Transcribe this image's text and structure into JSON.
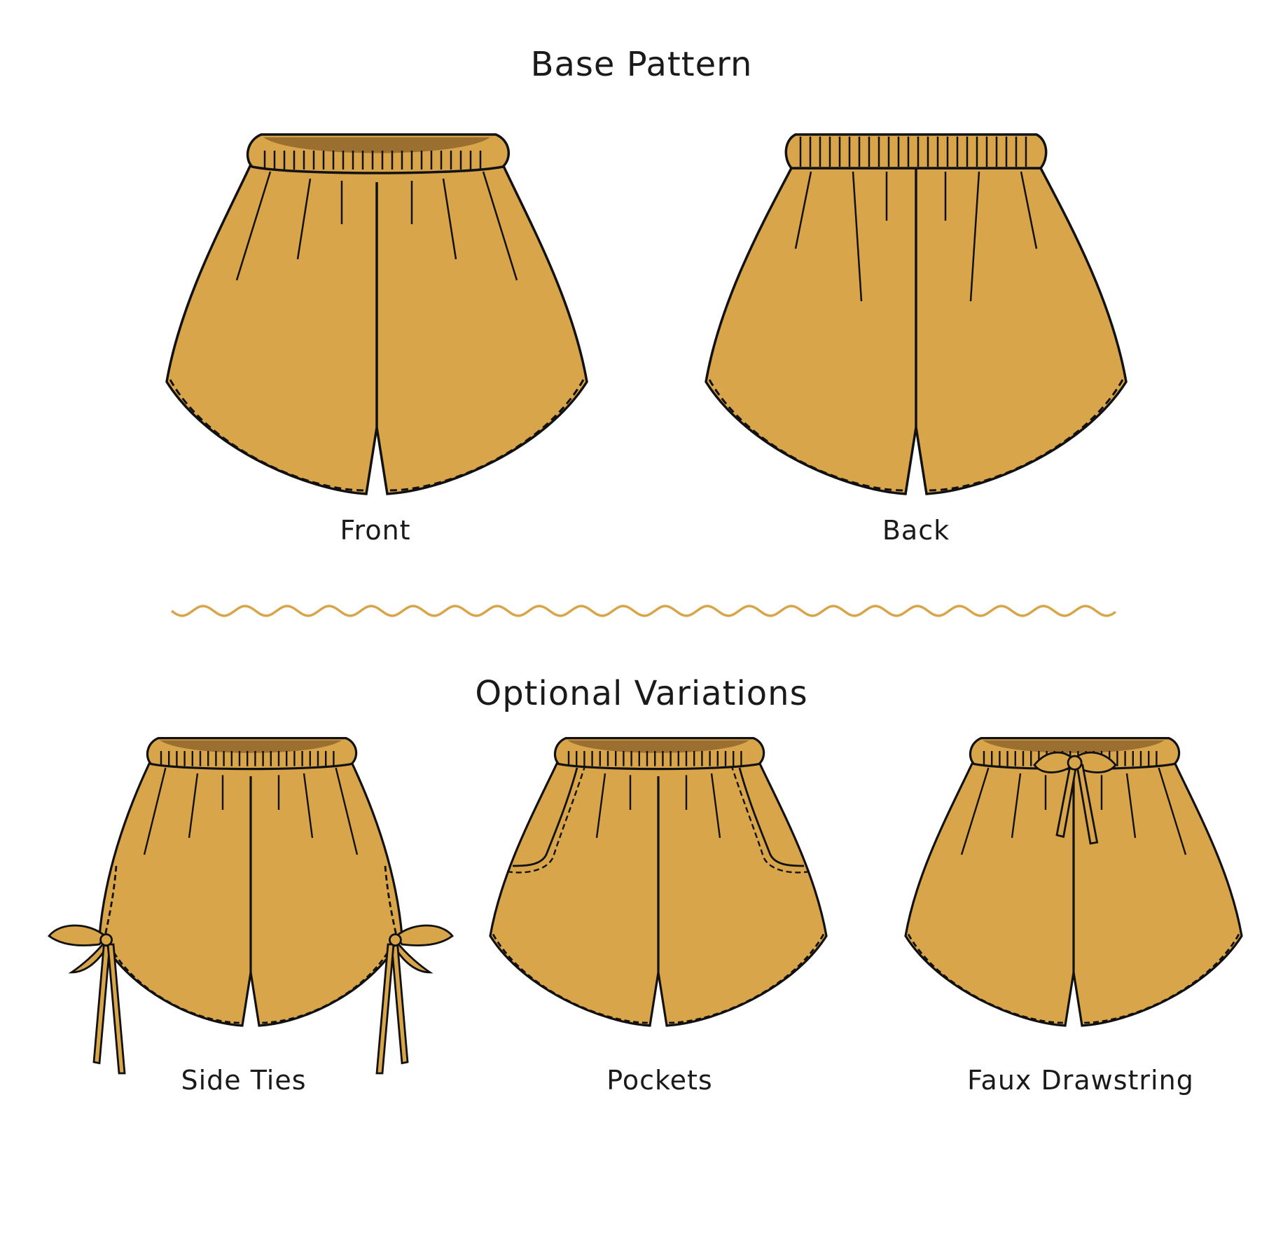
{
  "sections": {
    "base": {
      "title": "Base Pattern",
      "views": [
        {
          "label": "Front",
          "waistband": "inside-visible"
        },
        {
          "label": "Back",
          "waistband": "plain"
        }
      ]
    },
    "optional": {
      "title": "Optional Variations",
      "variations": [
        {
          "label": "Side Ties",
          "feature": "side-ties"
        },
        {
          "label": "Pockets",
          "feature": "pockets"
        },
        {
          "label": "Faux Drawstring",
          "feature": "drawstring-bow"
        }
      ]
    }
  },
  "colors": {
    "fabric": "#D9A54A",
    "waistband_inner": "#9A6F2F",
    "outline": "#111111",
    "divider": "#D9A54A"
  },
  "divider": {
    "style": "wavy-line"
  }
}
